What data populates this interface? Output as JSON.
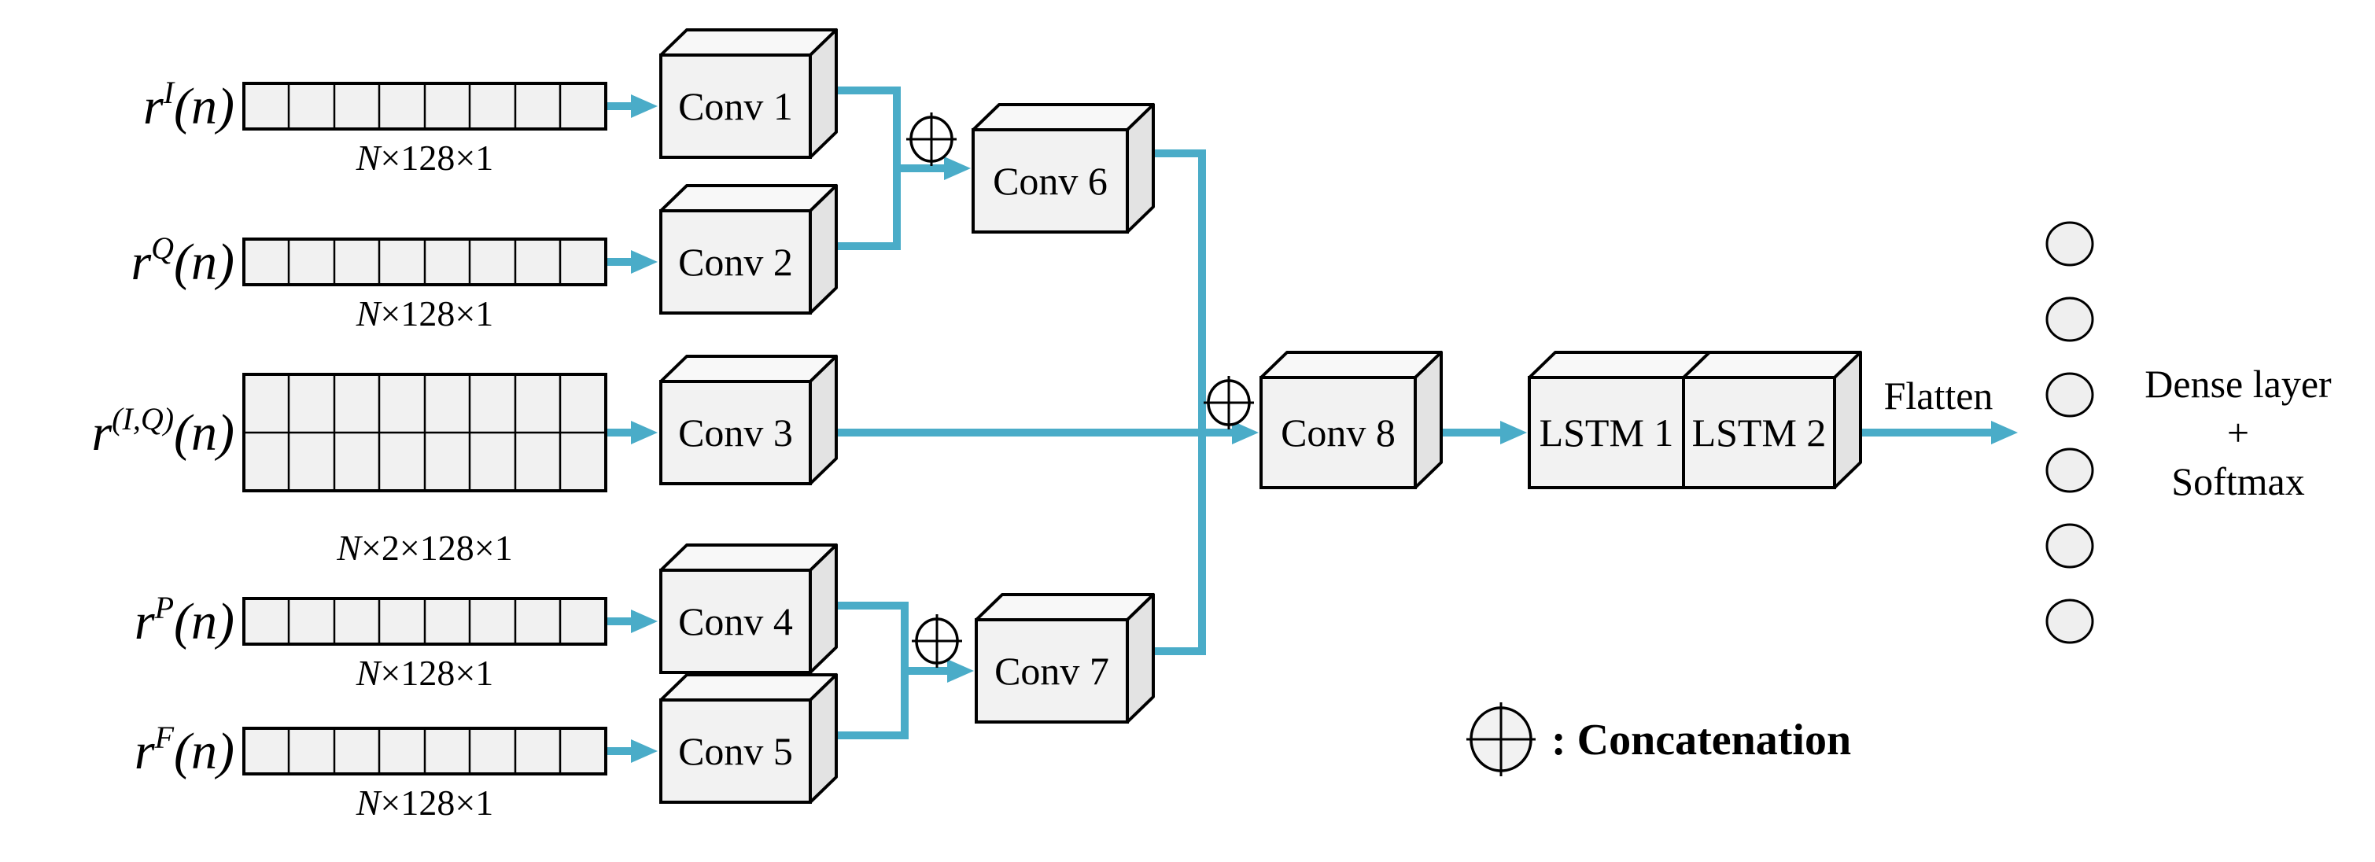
{
  "diagram": {
    "inputs": [
      {
        "base": "r",
        "sup": "I",
        "arg": "(n)",
        "dims_n": "N",
        "dims_rest": "×128×1",
        "conv_label": "Conv 1"
      },
      {
        "base": "r",
        "sup": "Q",
        "arg": "(n)",
        "dims_n": "N",
        "dims_rest": "×128×1",
        "conv_label": "Conv 2"
      },
      {
        "base": "r",
        "sup": "(I,Q)",
        "arg": "(n)",
        "dims_n": "N",
        "dims_rest": "×2×128×1",
        "conv_label": "Conv 3"
      },
      {
        "base": "r",
        "sup": "P",
        "arg": "(n)",
        "dims_n": "N",
        "dims_rest": "×128×1",
        "conv_label": "Conv 4"
      },
      {
        "base": "r",
        "sup": "F",
        "arg": "(n)",
        "dims_n": "N",
        "dims_rest": "×128×1",
        "conv_label": "Conv 5"
      }
    ],
    "merge_convs": {
      "conv6": "Conv 6",
      "conv7": "Conv 7",
      "conv8": "Conv 8"
    },
    "lstm": [
      {
        "label": "LSTM 1"
      },
      {
        "label": "LSTM 2"
      }
    ],
    "flatten_label": "Flatten",
    "output_block": {
      "line1": "Dense layer",
      "line2": "+",
      "line3": "Softmax",
      "neuron_count": 6
    },
    "legend": {
      "symbol": "concatenation-circle-plus",
      "label": ": Concatenation"
    },
    "colors": {
      "accent": "#4AACC8",
      "box_face": "#F2F2F2",
      "box_side": "#E3E3E3",
      "box_top": "#F8F8F8",
      "cell_fill": "#F1F1F1",
      "neuron_fill": "#EFEFEF",
      "outline": "#000000"
    }
  }
}
